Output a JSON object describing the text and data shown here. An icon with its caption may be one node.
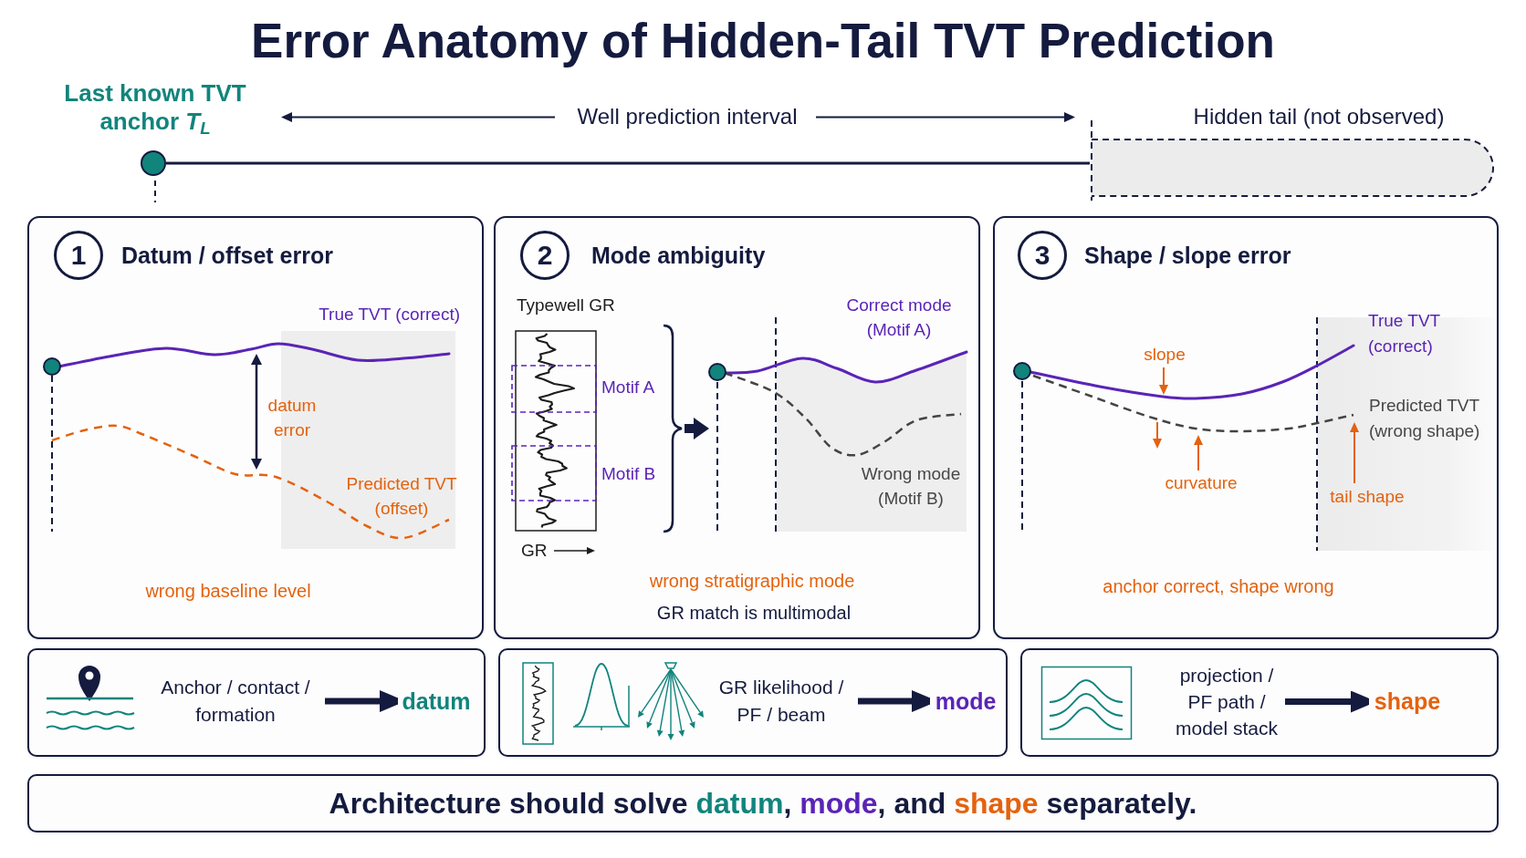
{
  "diagram": {
    "title": "Error Anatomy of Hidden-Tail TVT Prediction",
    "nodes": [
      {
        "text": [],
        "shape": "circle",
        "beside": [
          "Last known TVT anchor *T*$_{L}$"
        ]
      },
      {
        "text": [
          "Hidden tail (not observed)"
        ]
      },
      {
        "text": [
          "Datum / offset error",
          "wrong baseline level"
        ]
      },
      {
        "text": [
          "1"
        ],
        "in": 2
      },
      {
        "text": [
          "Mode ambiguity",
          "wrong stratigraphic mode",
          "GR match is multimodal"
        ]
      },
      {
        "text": [
          "2"
        ],
        "in": 4
      },
      {
        "text": [
          "Shape / slope error",
          "anchor correct, shape wrong"
        ]
      },
      {
        "text": [
          "3"
        ],
        "in": 6
      },
      {
        "text": [],
        "shape": "box"
      },
      {
        "text": [
          "Anchor / contact / formation"
        ],
        "in": 8
      },
      {
        "text": [
          "datum"
        ],
        "in": 8
      },
      {
        "text": [],
        "shape": "box"
      },
      {
        "text": [
          "GR likelihood / PF / beam"
        ],
        "in": 11
      },
      {
        "text": [
          "mode"
        ],
        "in": 11
      },
      {
        "text": [],
        "shape": "box"
      },
      {
        "text": [
          "projection / PF path / model stack"
        ],
        "in": 14
      },
      {
        "text": [
          "shape"
        ],
        "in": 14
      },
      {
        "text": [
          "Architecture should solve **datum**, **mode**, and **shape** separately."
        ]
      }
    ],
    "edges": [
      {
        "from": 0,
        "to": 1,
        "arrow": "none"
      },
      {
        "from": 9,
        "to": 10,
        "arrow": "to"
      },
      {
        "from": 12,
        "to": 13,
        "arrow": "to"
      },
      {
        "from": 15,
        "to": 16,
        "arrow": "to"
      }
    ],
    "labels": [
      "Well prediction interval",
      "True TVT (correct)",
      "datum error",
      "Predicted TVT (offset)",
      "Typewell GR",
      "Motif A",
      "Motif B",
      "GR",
      "Correct mode (Motif A)",
      "Wrong mode (Motif B)",
      "True TVT (correct)",
      "slope",
      "Predicted TVT (wrong shape)",
      "curvature",
      "tail shape"
    ]
  }
}
